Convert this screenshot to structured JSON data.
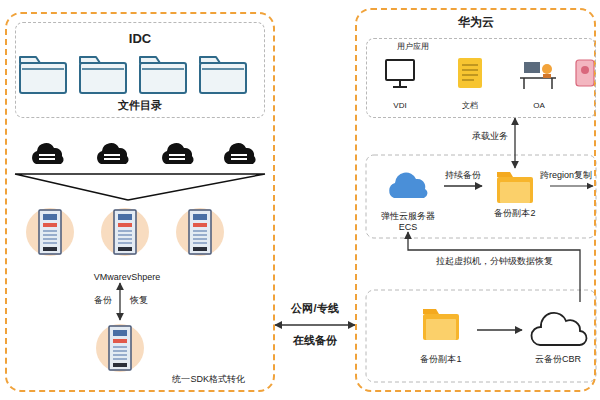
{
  "diagram": {
    "nodes": [
      {
        "text": [
          "IDC"
        ]
      },
      {
        "text": [
          "文件目录"
        ],
        "in": 0
      },
      {
        "text": [
          "VMwarevShpere"
        ],
        "in": 0
      },
      {
        "text": [
          "统一SDK格式转化"
        ],
        "in": 0
      },
      {
        "text": [
          "华为云"
        ]
      },
      {
        "text": [
          "用户应用"
        ],
        "in": 4
      },
      {
        "text": [
          "VDI"
        ],
        "in": 5
      },
      {
        "text": [
          "文档"
        ],
        "in": 5
      },
      {
        "text": [
          "OA"
        ],
        "in": 5
      },
      {
        "text": [
          "弹性云服务器 ECS"
        ],
        "in": 4
      },
      {
        "text": [
          "备份副本2"
        ],
        "in": 4
      },
      {
        "text": [
          "备份副本1"
        ],
        "in": 4
      },
      {
        "text": [
          "云备份CBR"
        ],
        "in": 4
      }
    ],
    "edges": [
      {
        "from": 0,
        "to": 4,
        "label": "公网/专线",
        "arrow": "both"
      },
      {
        "from": 2,
        "to": 3,
        "label": "备份",
        "arrow": "both"
      },
      {
        "from": 9,
        "to": 10,
        "label": "持续备份",
        "arrow": "to"
      },
      {
        "from": 5,
        "to": 10,
        "label": "承载业务",
        "arrow": "both"
      },
      {
        "from": 11,
        "to": 12,
        "arrow": "to"
      },
      {
        "from": 12,
        "to": 9,
        "label": "拉起虚拟机，分钟级数据恢复",
        "arrow": "to"
      }
    ],
    "labels": [
      "恢复",
      "在线备份",
      "跨region复制"
    ]
  }
}
